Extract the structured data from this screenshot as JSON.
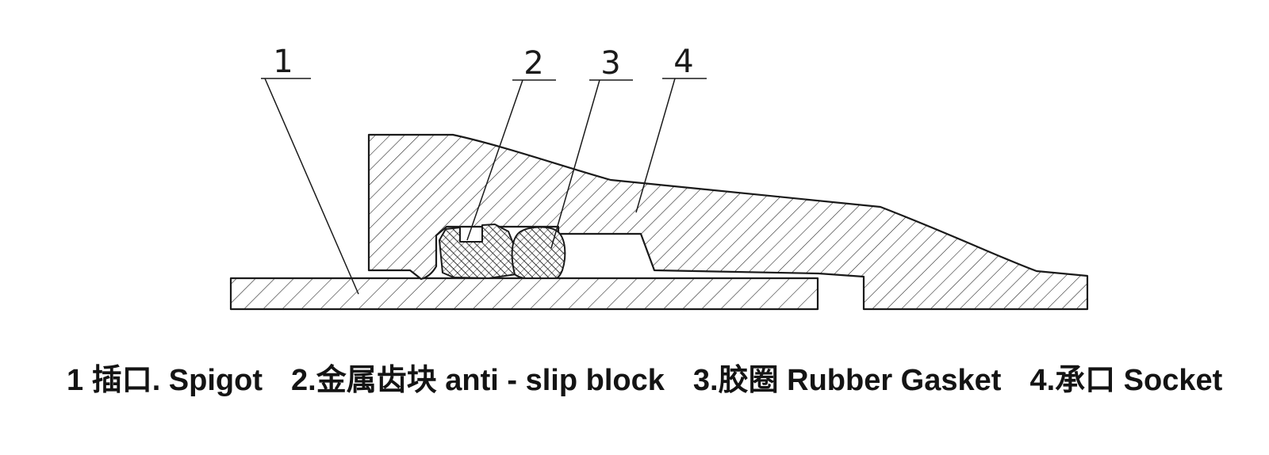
{
  "figure": {
    "background_color": "#ffffff",
    "line_color": "#1a1a1a",
    "callouts": [
      {
        "number": "1",
        "target": "spigot"
      },
      {
        "number": "2",
        "target": "anti-slip-block"
      },
      {
        "number": "3",
        "target": "rubber-gasket"
      },
      {
        "number": "4",
        "target": "socket"
      }
    ]
  },
  "caption": {
    "items": [
      "1 插口. Spigot",
      "2.金属齿块 anti - slip block",
      "3.胶圈 Rubber Gasket",
      "4.承口 Socket"
    ]
  }
}
